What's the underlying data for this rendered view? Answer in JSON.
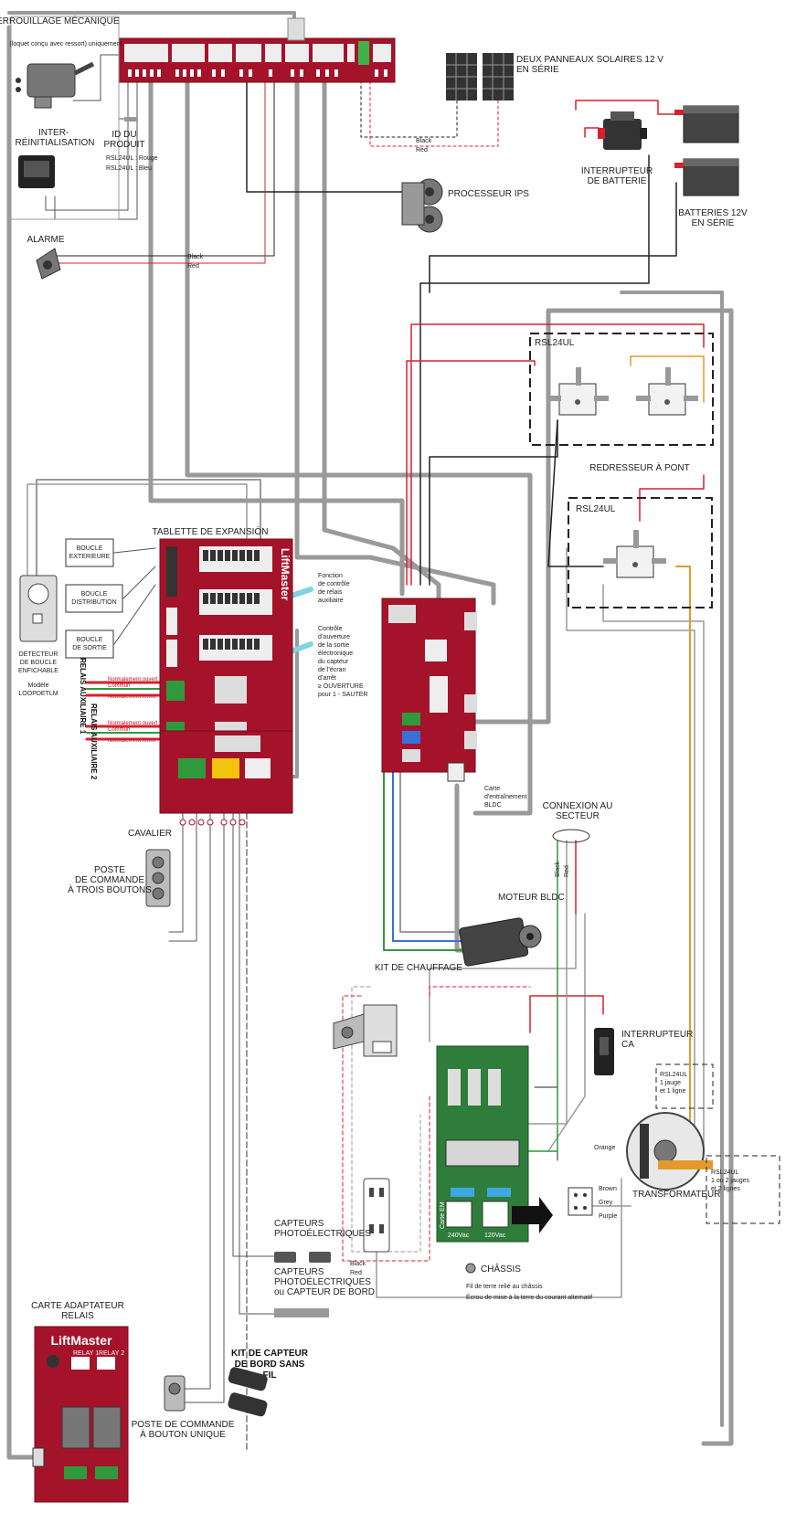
{
  "colors": {
    "board_red": "#a5132a",
    "board_green": "#2e7d3a",
    "wire_gray": "#9a9a9a",
    "wire_red": "#d8202c",
    "wire_black": "#222222",
    "wire_cyan": "#7fd4dd",
    "wire_orange": "#e39a2a",
    "wire_blue": "#3a6fd8",
    "wire_green": "#2f9a3c"
  },
  "labels": {
    "lock": "VERROUILLAGE MÉCANIQUE",
    "lock_sub": "(loquet conçu avec ressort) uniquement",
    "interlock": "INTER-\nRÉINITIALISATION",
    "id_product": "ID DU\nPRODUIT",
    "id_line1": "RSL24UL : Rouge",
    "id_line2": "RSL24UL : Bleu",
    "solar": "DEUX PANNEAUX SOLAIRES 12 V\nEN SÉRIE",
    "ips": "PROCESSEUR IPS",
    "battery_switch": "INTERRUPTEUR\nDE BATTERIE",
    "batteries": "BATTERIES 12V\nEN SÉRIE",
    "alarm": "ALARME",
    "rsl_top": "RSL24UL",
    "bridge_rectifier": "REDRESSEUR À PONT",
    "rsl_mid": "RSL24UL",
    "expansion_board": "TABLETTE DE EXPANSIÓN",
    "loop_exit": "BOUCLE\nEXTERIEURE",
    "loop_dist": "BOUCLE\nDISTRIBUTION",
    "loop_out": "BOUCLE\nDE SORTIE",
    "detector": "DÉTECTEUR\nDE BOUCLE\nENFICHABLE",
    "detector_sub": "Modèle\nLOOPDETLM",
    "relay1": "RELAIS AUXILIAIRE 1",
    "relay2": "RELAIS AUXILIAIRE 2",
    "note1": "Fonction\nde contrôle\nde relais\nauxiliaire",
    "note2": "Contrôle\nd’ouverture\nde la sortie\nélectronique\ndu capteur\nde l’écran\nd’arrêt\n≥ OUVERTURE\npour 1 - SAUTER",
    "jumper": "CAVALIER",
    "three_btn": "POSTE\nDE COMMANDE\nÀ TROIS BOUTONS",
    "bldc_board": "Carte\nd'entraînement\nBLDC",
    "motor": "MOTEUR BLDC",
    "power_conn": "CONNEXION AU\nSECTEUR",
    "heater": "KIT DE CHAUFFAGE",
    "switch_ca": "INTERRUPTEUR\nCA",
    "transformer": "TRANSFORMATEUR",
    "rsl_small": "RSL24UL\n1 jauge\net 1 ligne",
    "rsl_bottom": "RSL24UL\n1 ou 2 jauges\net 2 lignes",
    "carte_em": "Carte EM",
    "chassis": "CHÂSSIS",
    "chassis_sub1": "Fil de terre relié au châssis",
    "chassis_sub2": "Écrou de mise à la terre du courant alternatif",
    "photo1": "CAPTEURS\nPHOTOÉLECTRIQUES",
    "photo2": "CAPTEURS\nPHOTOÉLECTRIQUES\nou CAPTEUR DE BORD",
    "adapter": "CARTE ADAPTATEUR\nRELAIS",
    "one_btn": "POSTE DE COMMANDE\nÀ BOUTON UNIQUE",
    "wireless_kit": "KIT DE CAPTEUR\nDE BORD SANS\nFIL",
    "brand": "LiftMaster",
    "wire_black": "Black",
    "wire_red": "Red",
    "v240": "240Vac",
    "v120": "120Vac",
    "brown": "Brown",
    "grey": "Grey",
    "purple": "Purple",
    "orange": "Orange",
    "no": "Normalement ouvert",
    "com": "Commun",
    "nc": "Normalement fermé",
    "relay_a": "RELAY 1",
    "relay_b": "RELAY 2"
  }
}
